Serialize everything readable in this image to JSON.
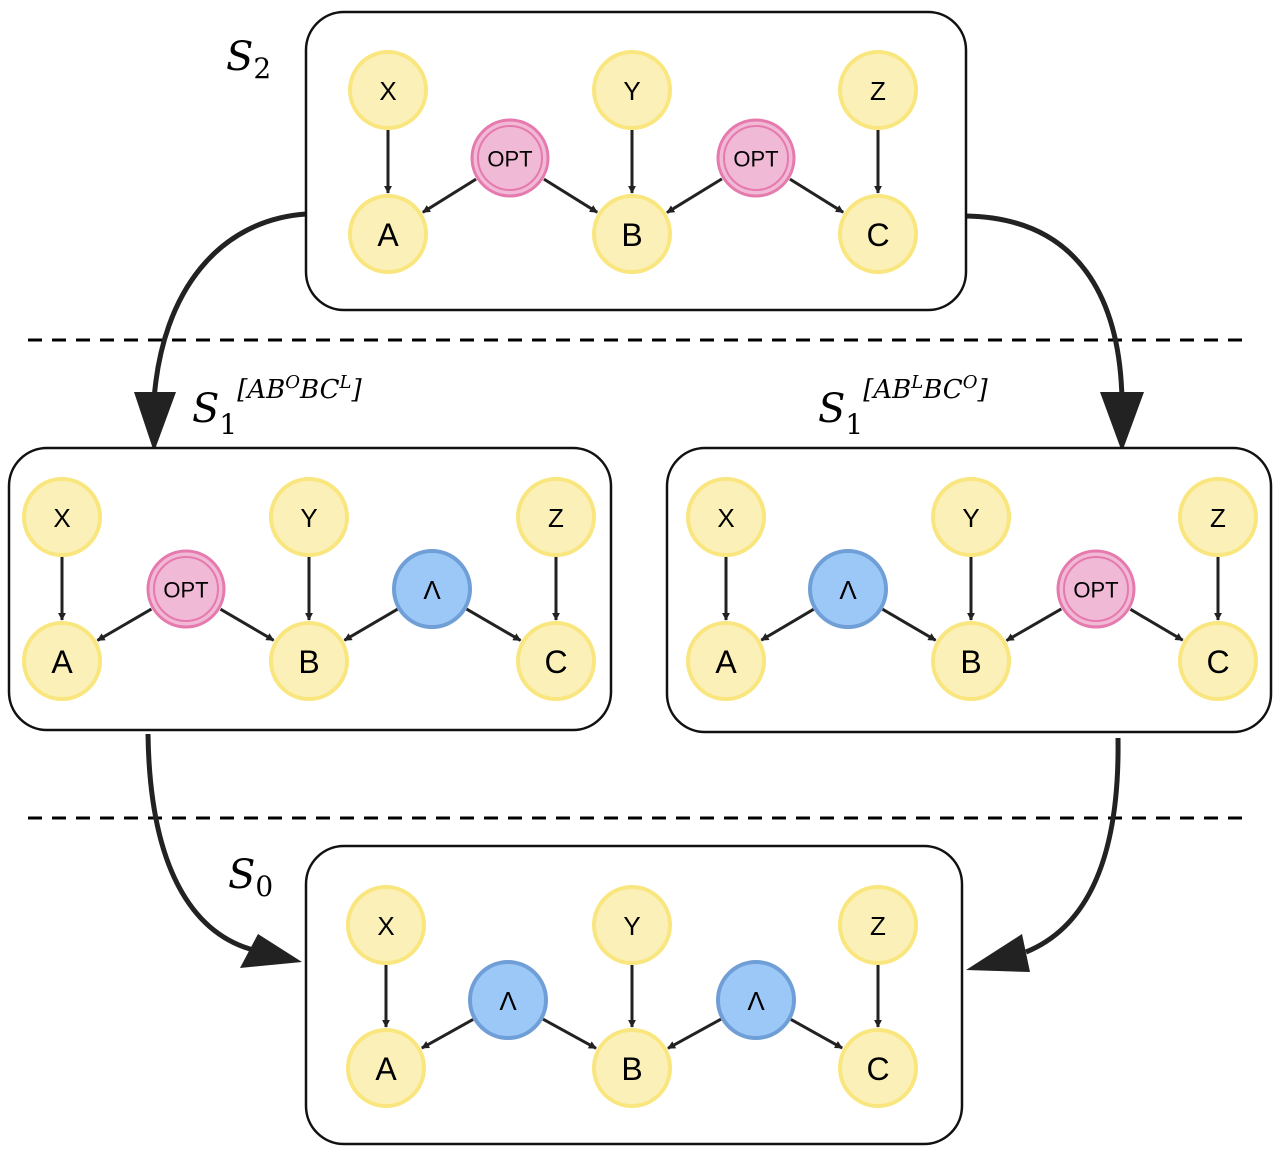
{
  "colors": {
    "source_fill": "#fbf0b8",
    "source_stroke": "#f9e67f",
    "opt_fill": "#f0b9d6",
    "opt_stroke": "#e679ad",
    "lambda_fill": "#9cc8f8",
    "lambda_stroke": "#6f9fd6",
    "edge": "#222222"
  },
  "levels": {
    "s2": {
      "script": "S",
      "sub": "2"
    },
    "s1_left": {
      "script": "S",
      "sub": "1",
      "sup": "[AB",
      "sup_o": "O",
      "sup_mid": "BC",
      "sup_l": "L",
      "sup_end": "]"
    },
    "s1_right": {
      "script": "S",
      "sub": "1",
      "sup": "[AB",
      "sup_o": "L",
      "sup_mid": "BC",
      "sup_l": "O",
      "sup_end": "]"
    },
    "s0": {
      "script": "S",
      "sub": "0"
    }
  },
  "nodes": {
    "x": "X",
    "y": "Y",
    "z": "Z",
    "a": "A",
    "b": "B",
    "c": "C",
    "opt": "OPT",
    "lambda": "Λ"
  },
  "panels": [
    {
      "id": "s2",
      "left": "opt",
      "right": "opt"
    },
    {
      "id": "s1_left",
      "left": "opt",
      "right": "lambda"
    },
    {
      "id": "s1_right",
      "left": "lambda",
      "right": "opt"
    },
    {
      "id": "s0",
      "left": "lambda",
      "right": "lambda"
    }
  ]
}
